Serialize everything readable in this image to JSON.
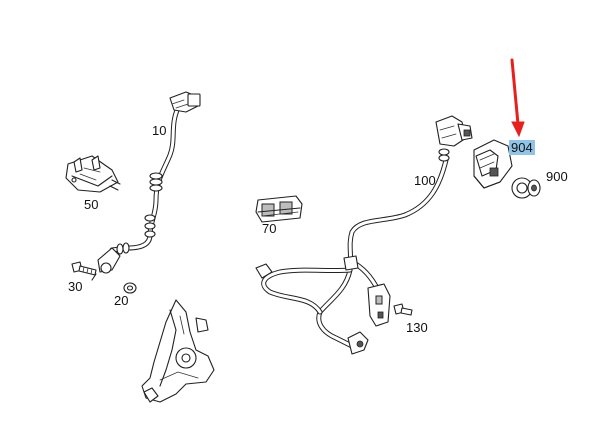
{
  "diagram": {
    "parts": [
      {
        "id": "10",
        "label": "10"
      },
      {
        "id": "20",
        "label": "20"
      },
      {
        "id": "30",
        "label": "30"
      },
      {
        "id": "50",
        "label": "50"
      },
      {
        "id": "70",
        "label": "70"
      },
      {
        "id": "100",
        "label": "100"
      },
      {
        "id": "130",
        "label": "130"
      },
      {
        "id": "900",
        "label": "900"
      },
      {
        "id": "904",
        "label": "904",
        "highlighted": true
      }
    ],
    "colors": {
      "line": "#222222",
      "highlight": "#8fc4e8",
      "arrow": "#e8201c"
    }
  }
}
